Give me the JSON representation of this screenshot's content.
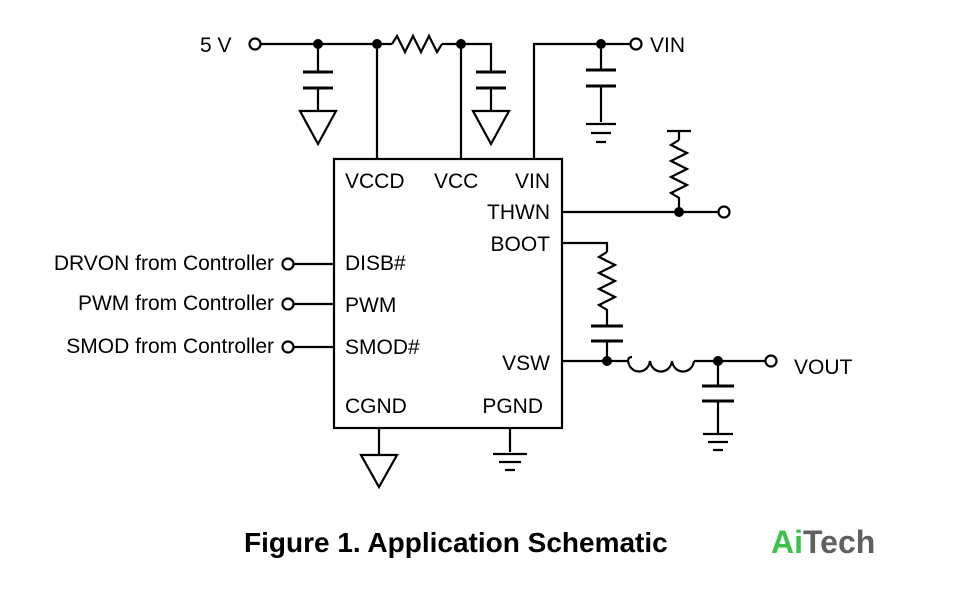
{
  "rails": {
    "five_v": "5 V",
    "vin": "VIN",
    "vout": "VOUT"
  },
  "chip_pins": {
    "vccd": "VCCD",
    "vcc": "VCC",
    "vin": "VIN",
    "thwn": "THWN",
    "boot": "BOOT",
    "disb": "DISB#",
    "pwm": "PWM",
    "smod": "SMOD#",
    "vsw": "VSW",
    "cgnd": "CGND",
    "pgnd": "PGND"
  },
  "inputs": {
    "drvon": "DRVON from Controller",
    "pwm": "PWM from Controller",
    "smod": "SMOD from Controller"
  },
  "caption": "Figure 1. Application Schematic",
  "logo": {
    "part1": "Ai",
    "part2": "Tech",
    "color1": "#3cc24a",
    "color2": "#606060"
  }
}
